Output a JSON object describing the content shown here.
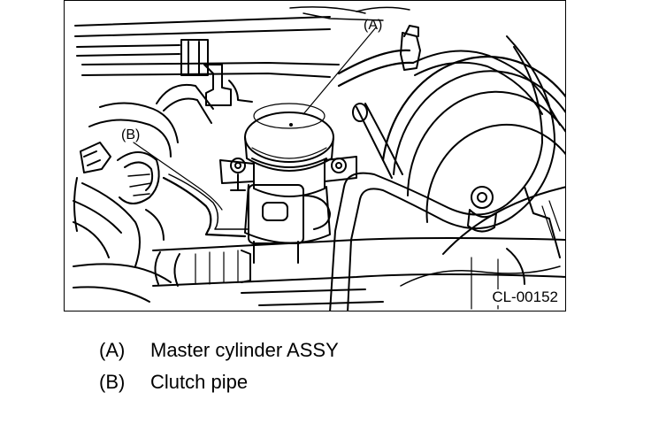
{
  "figure": {
    "callout_a": "(A)",
    "callout_b": "(B)",
    "figure_id": "CL-00152"
  },
  "legend": [
    {
      "key": "(A)",
      "label": "Master cylinder ASSY"
    },
    {
      "key": "(B)",
      "label": "Clutch pipe"
    }
  ]
}
